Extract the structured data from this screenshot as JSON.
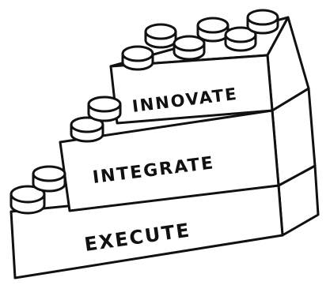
{
  "illustration": {
    "style": "hand-drawn",
    "stroke_color": "#111111",
    "background_color": "#ffffff",
    "bricks": [
      {
        "label": "INNOVATE",
        "level": "top"
      },
      {
        "label": "INTEGRATE",
        "level": "middle"
      },
      {
        "label": "EXECUTE",
        "level": "bottom"
      }
    ]
  }
}
